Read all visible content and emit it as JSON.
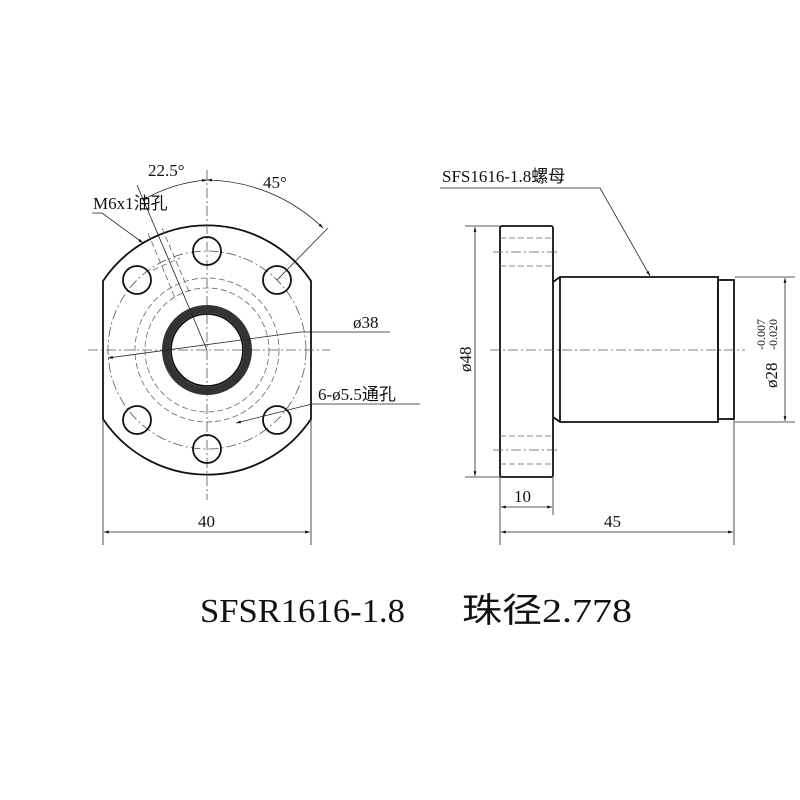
{
  "front_view": {
    "angle_small": "22.5°",
    "angle_large": "45°",
    "oil_hole": "M6x1油孔",
    "bolt_circle": "ø38",
    "through_holes": "6-ø5.5通孔",
    "width": "40"
  },
  "side_view": {
    "part_label": "SFS1616-1.8螺母",
    "flange_diameter": "ø48",
    "body_diameter": "ø28",
    "tol_upper": "-0.007",
    "tol_lower": "-0.020",
    "flange_thickness": "10",
    "length": "45"
  },
  "title": {
    "model": "SFSR1616-1.8",
    "ball_diameter": "珠径2.778"
  }
}
